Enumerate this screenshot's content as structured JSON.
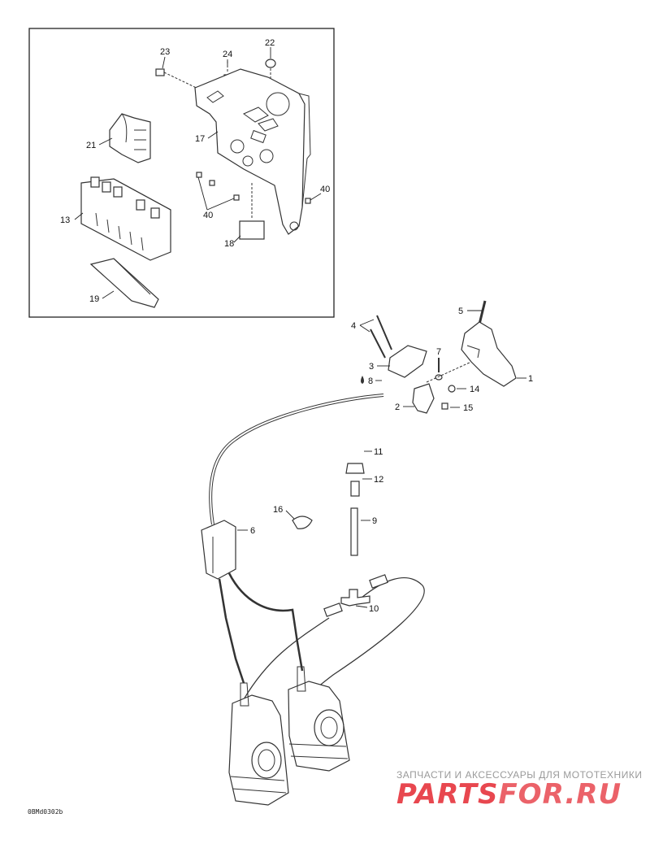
{
  "callouts": [
    {
      "id": "c23",
      "text": "23"
    },
    {
      "id": "c24",
      "text": "24"
    },
    {
      "id": "c22",
      "text": "22"
    },
    {
      "id": "c21",
      "text": "21"
    },
    {
      "id": "c17",
      "text": "17"
    },
    {
      "id": "c13",
      "text": "13"
    },
    {
      "id": "c40a",
      "text": "40"
    },
    {
      "id": "c40b",
      "text": "40"
    },
    {
      "id": "c18",
      "text": "18"
    },
    {
      "id": "c19",
      "text": "19"
    },
    {
      "id": "c5",
      "text": "5"
    },
    {
      "id": "c4",
      "text": "4"
    },
    {
      "id": "c7",
      "text": "7"
    },
    {
      "id": "c3",
      "text": "3"
    },
    {
      "id": "c1",
      "text": "1"
    },
    {
      "id": "c8",
      "text": "8"
    },
    {
      "id": "c14",
      "text": "14"
    },
    {
      "id": "c2",
      "text": "2"
    },
    {
      "id": "c15",
      "text": "15"
    },
    {
      "id": "c11",
      "text": "11"
    },
    {
      "id": "c12",
      "text": "12"
    },
    {
      "id": "c16",
      "text": "16"
    },
    {
      "id": "c9",
      "text": "9"
    },
    {
      "id": "c6",
      "text": "6"
    },
    {
      "id": "c10",
      "text": "10"
    }
  ],
  "drawing_code": "0BMd0302b",
  "watermark": {
    "tagline": "ЗАПЧАСТИ И АКСЕССУАРЫ ДЛЯ МОТОТЕХНИКИ",
    "brand_left": "PARTS",
    "brand_right": "FOR.RU",
    "color": "#e8474f"
  },
  "colors": {
    "line": "#333333",
    "inset_border": "#222222"
  }
}
